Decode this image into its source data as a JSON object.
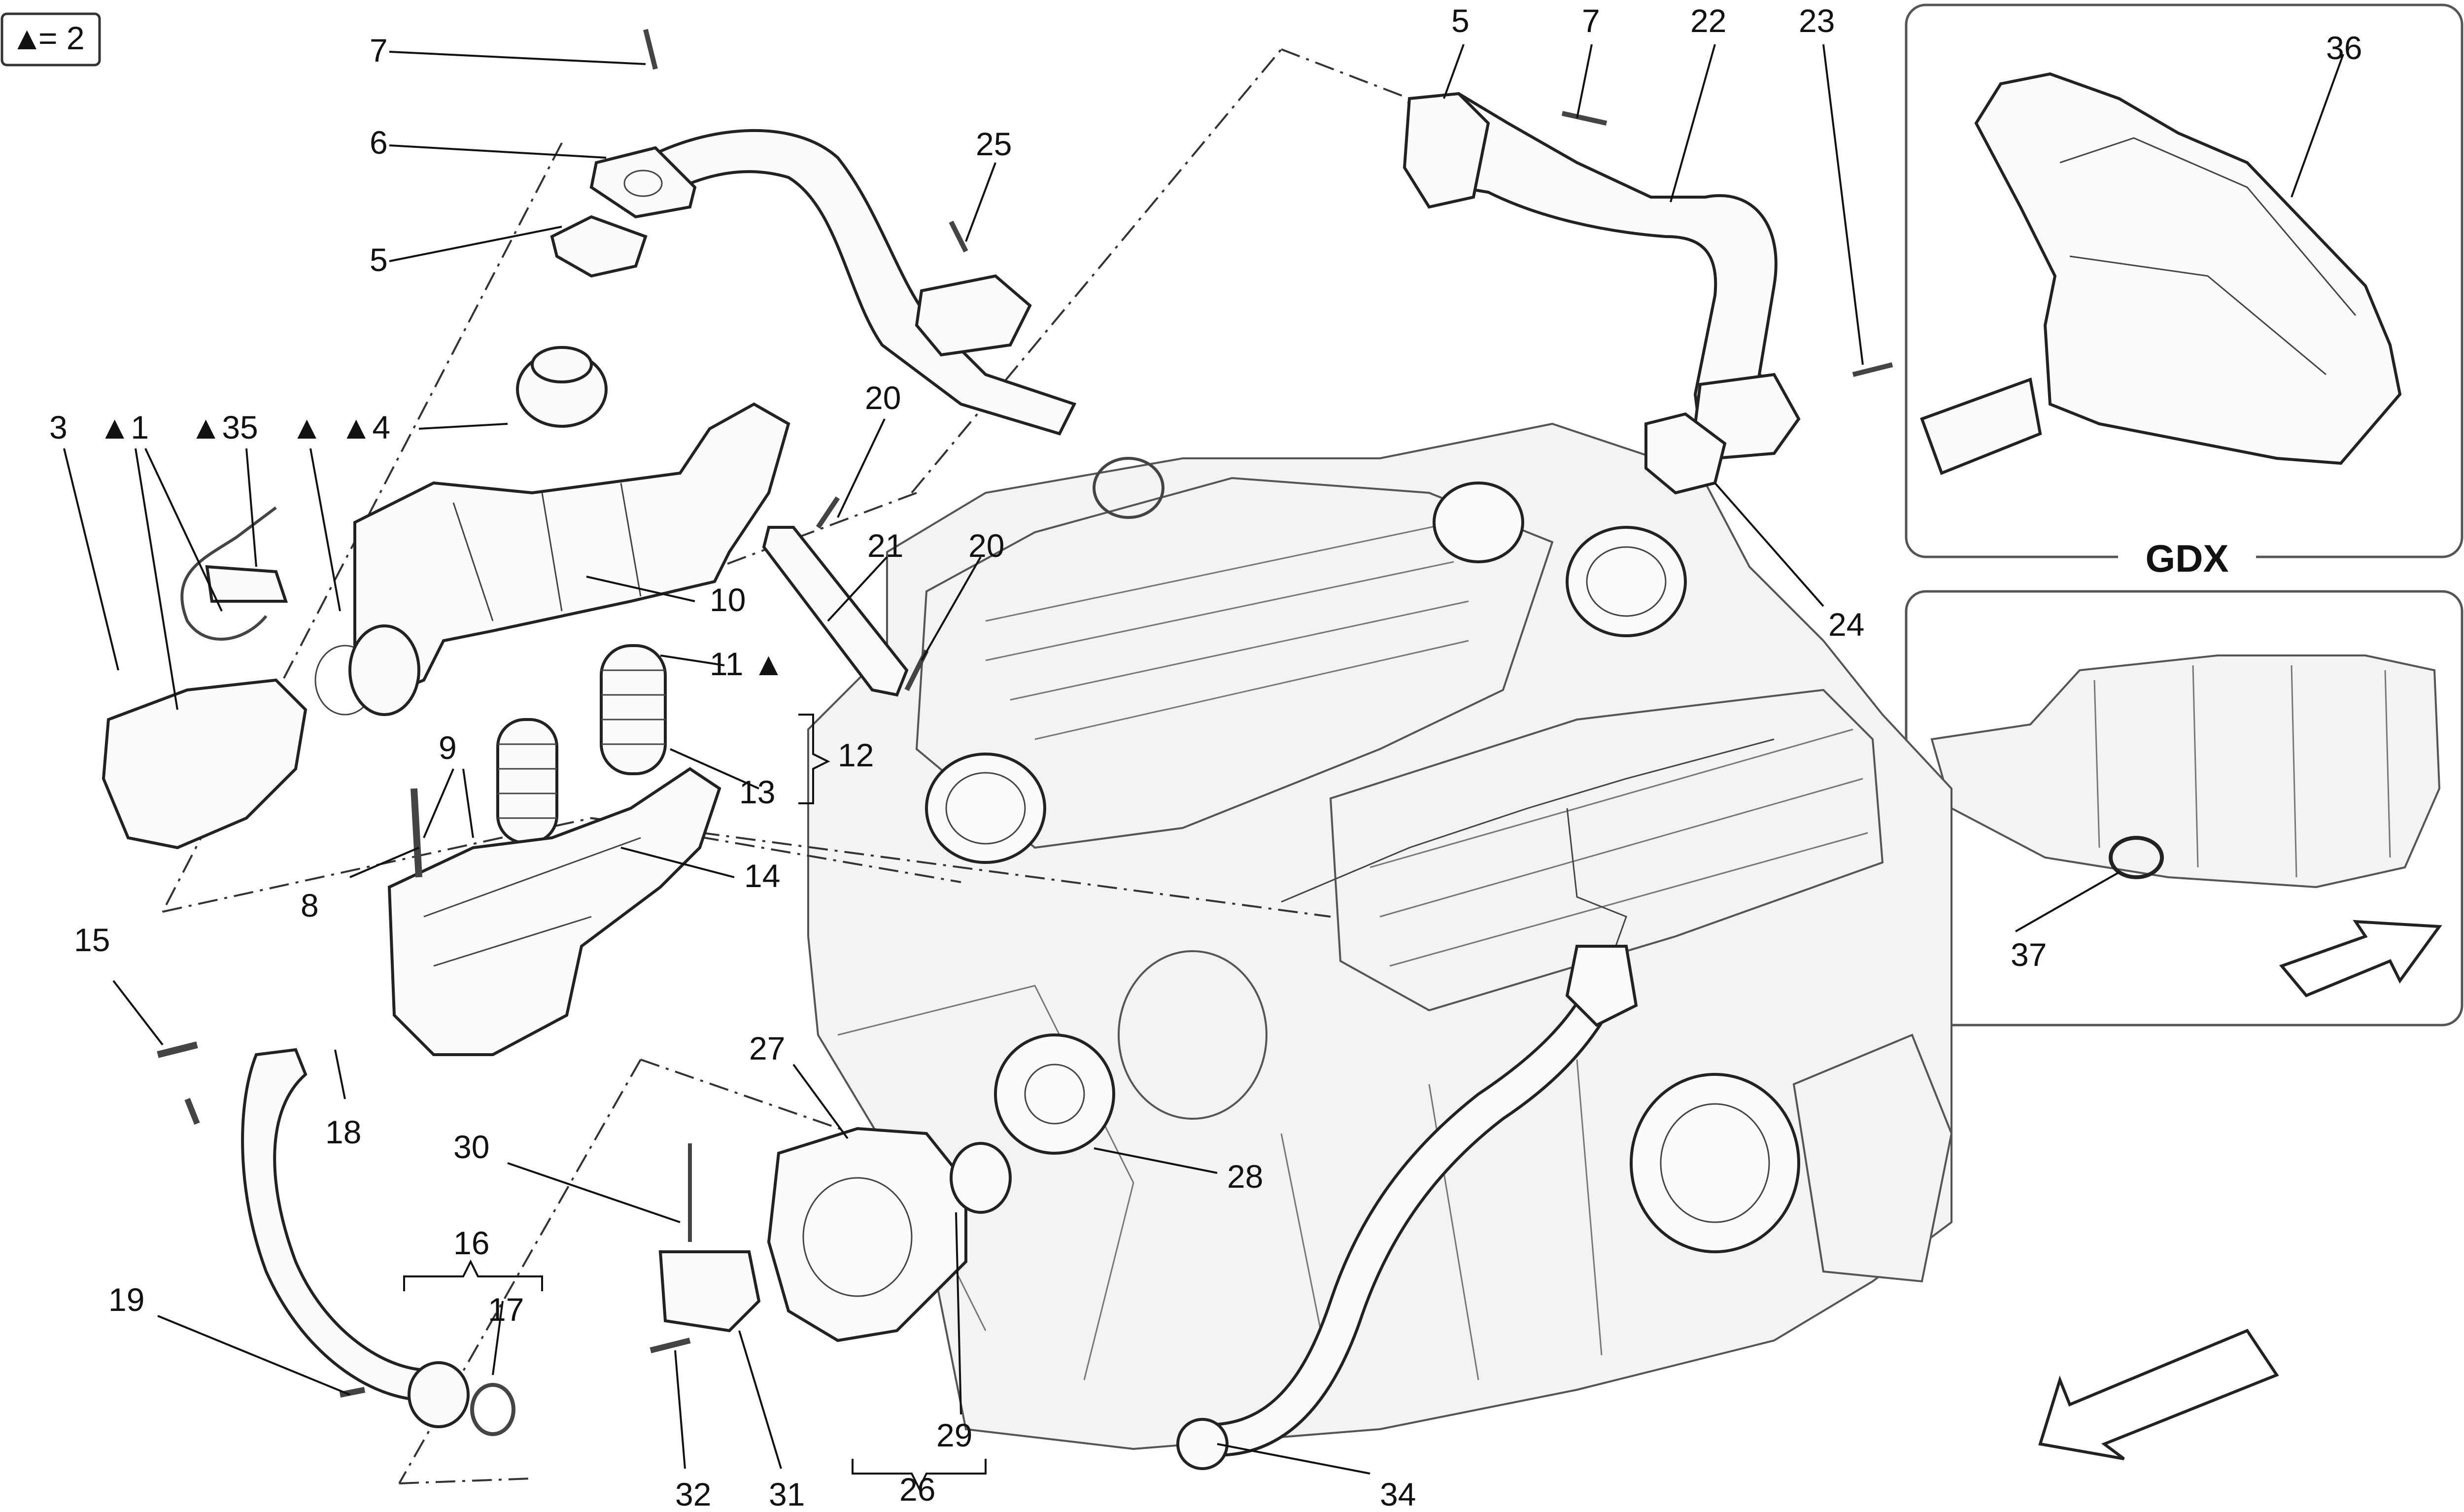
{
  "legend": {
    "symbol": "▲",
    "text": "= 2"
  },
  "inset_top_title": "GDX",
  "callouts": [
    {
      "id": "c7a",
      "text": "7"
    },
    {
      "id": "c6",
      "text": "6"
    },
    {
      "id": "c5a",
      "text": "5"
    },
    {
      "id": "c25",
      "text": "25"
    },
    {
      "id": "c5b",
      "text": "5"
    },
    {
      "id": "c7b",
      "text": "7"
    },
    {
      "id": "c22",
      "text": "22"
    },
    {
      "id": "c23",
      "text": "23"
    },
    {
      "id": "c36",
      "text": "36"
    },
    {
      "id": "c3",
      "text": "3"
    },
    {
      "id": "c1",
      "text": "▲1"
    },
    {
      "id": "c35",
      "text": "▲35"
    },
    {
      "id": "ctri",
      "text": "▲"
    },
    {
      "id": "c4",
      "text": "▲4"
    },
    {
      "id": "c20a",
      "text": "20"
    },
    {
      "id": "c21",
      "text": "21"
    },
    {
      "id": "c20b",
      "text": "20"
    },
    {
      "id": "c10",
      "text": "10"
    },
    {
      "id": "c11",
      "text": "11 ▲"
    },
    {
      "id": "c12",
      "text": "12"
    },
    {
      "id": "c13",
      "text": "13"
    },
    {
      "id": "c9",
      "text": "9"
    },
    {
      "id": "c8",
      "text": "8"
    },
    {
      "id": "c14",
      "text": "14"
    },
    {
      "id": "c24",
      "text": "24"
    },
    {
      "id": "c37",
      "text": "37"
    },
    {
      "id": "c15",
      "text": "15"
    },
    {
      "id": "c18",
      "text": "18"
    },
    {
      "id": "c27",
      "text": "27"
    },
    {
      "id": "c28",
      "text": "28"
    },
    {
      "id": "c30",
      "text": "30"
    },
    {
      "id": "c16",
      "text": "16"
    },
    {
      "id": "c17",
      "text": "17"
    },
    {
      "id": "c19",
      "text": "19"
    },
    {
      "id": "c29",
      "text": "29"
    },
    {
      "id": "c26",
      "text": "26"
    },
    {
      "id": "c32",
      "text": "32"
    },
    {
      "id": "c31",
      "text": "31"
    },
    {
      "id": "c34",
      "text": "34"
    }
  ]
}
